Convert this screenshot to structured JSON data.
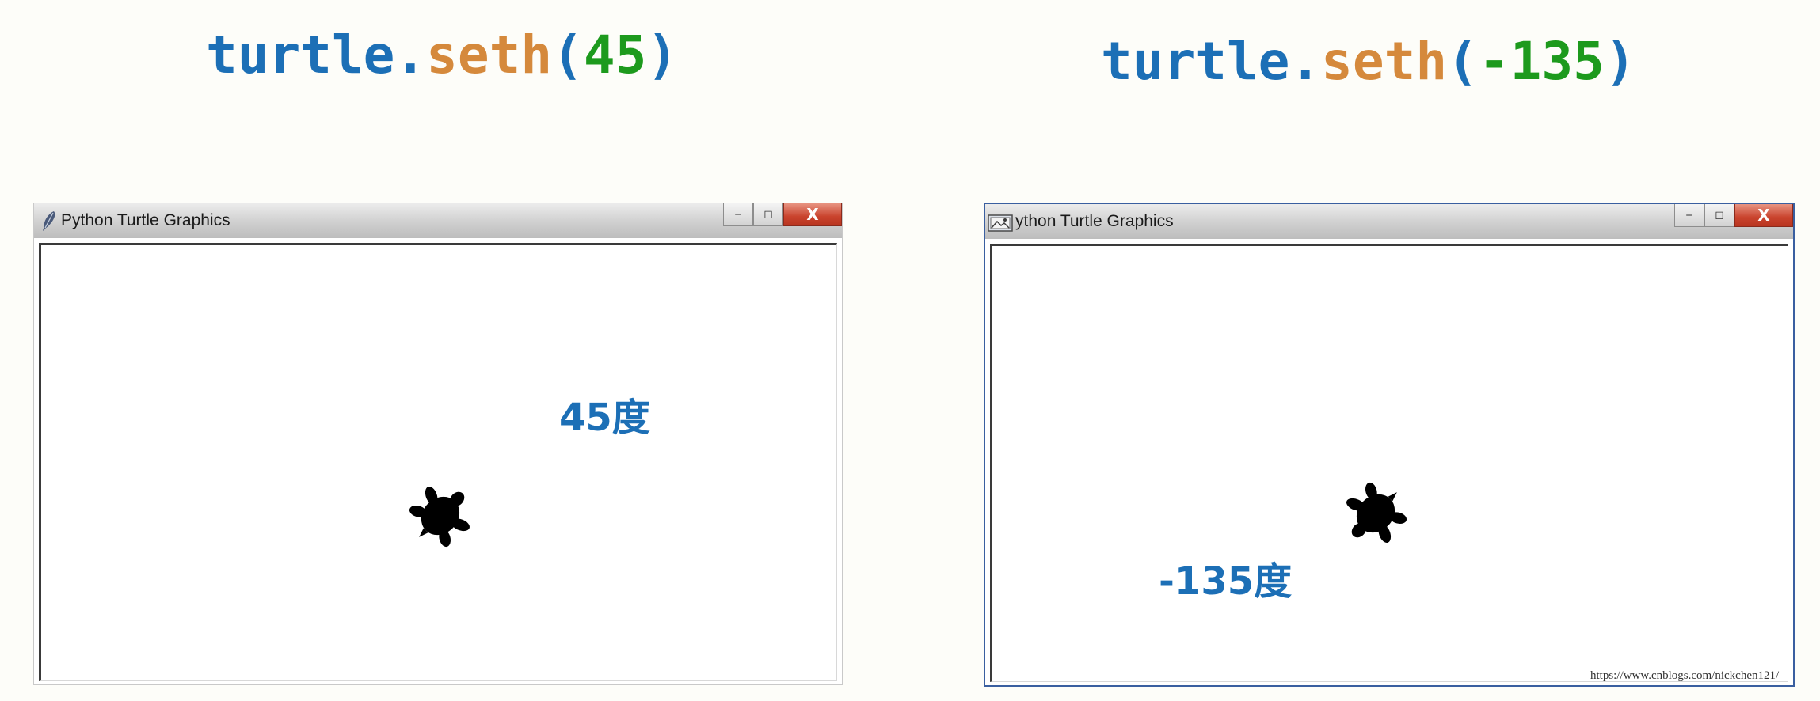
{
  "left_panel": {
    "code": {
      "object": "turtle",
      "dot": ".",
      "method": "seth",
      "open_paren": "(",
      "argument": "45",
      "close_paren": ")"
    },
    "window": {
      "title": "Python Turtle Graphics",
      "minimize_glyph": "‒",
      "maximize_glyph": "◻",
      "close_glyph": "X"
    },
    "angle_label": "45度",
    "turtle_heading_deg": 45
  },
  "right_panel": {
    "code": {
      "object": "turtle",
      "dot": ".",
      "method": "seth",
      "open_paren": "(",
      "argument": "-135",
      "close_paren": ")"
    },
    "window": {
      "title": "ython Turtle Graphics",
      "minimize_glyph": "‒",
      "maximize_glyph": "◻",
      "close_glyph": "X"
    },
    "angle_label": "-135度",
    "turtle_heading_deg": -135
  },
  "watermark": "https://www.cnblogs.com/nickchen121/",
  "colors": {
    "object": "#1c6fb6",
    "method": "#d5893c",
    "argument": "#1d9a1d",
    "label": "#1c6fb6",
    "turtle": "#000000"
  },
  "icons": {
    "left_app_icon": "feather-icon",
    "right_app_icon": "picture-icon"
  }
}
